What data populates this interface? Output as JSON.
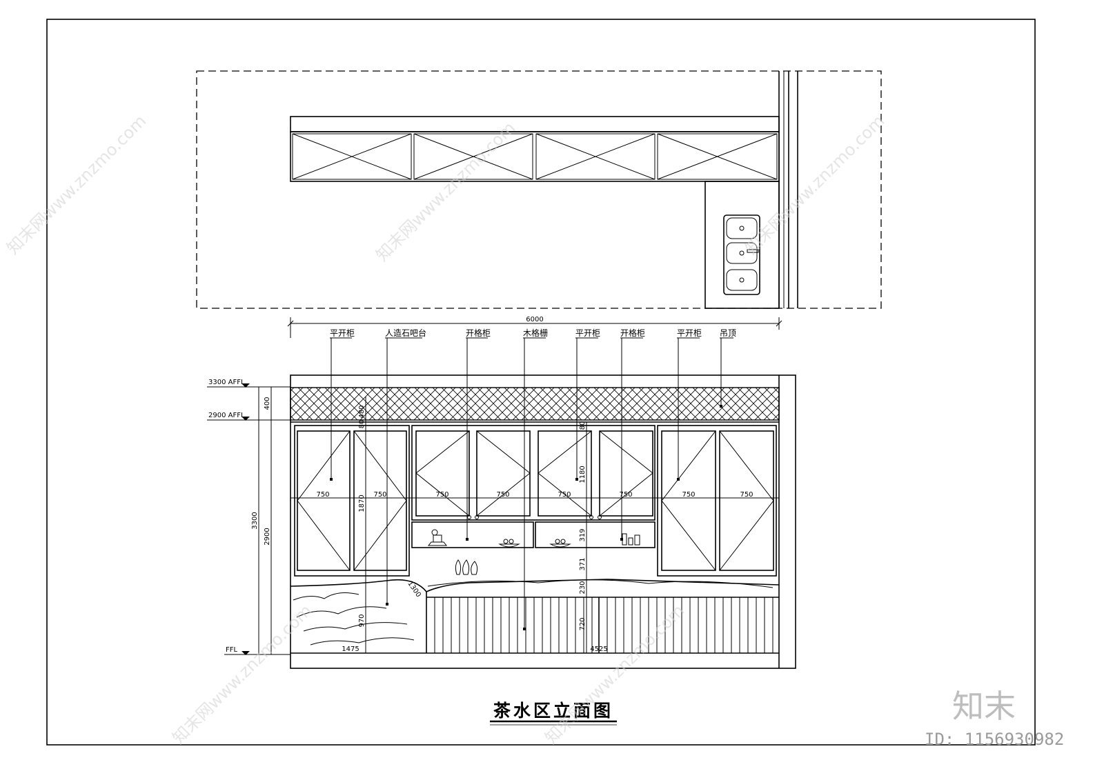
{
  "title": "茶水区立面图",
  "plan": {
    "width_dim": "6000"
  },
  "callouts": [
    {
      "label": "平开柜"
    },
    {
      "label": "人造石吧台"
    },
    {
      "label": "开格柜"
    },
    {
      "label": "木格栅"
    },
    {
      "label": "平开柜"
    },
    {
      "label": "开格柜"
    },
    {
      "label": "平开柜"
    },
    {
      "label": "吊顶"
    }
  ],
  "levels": [
    {
      "label": "3300 AFFL"
    },
    {
      "label": "2900 AFFL"
    },
    {
      "label": "FFL"
    }
  ],
  "side_dims": {
    "d400": "400",
    "d2900": "2900",
    "d3300": "3300"
  },
  "door_widths": [
    "750",
    "750",
    "750",
    "750",
    "750",
    "750",
    "750",
    "750"
  ],
  "inner_dims": {
    "h1870": "1870",
    "h80a": "80",
    "h480": "480",
    "h80b": "80",
    "h1180": "1180",
    "h319": "319",
    "h371": "371",
    "h230": "230",
    "h720": "720",
    "h970": "970",
    "w1475": "1475",
    "w4525": "4525",
    "r1300": "1300"
  },
  "watermark": {
    "brand": "知末网www.znzmo.com",
    "logo": "知末",
    "id": "ID: 1156930982"
  }
}
